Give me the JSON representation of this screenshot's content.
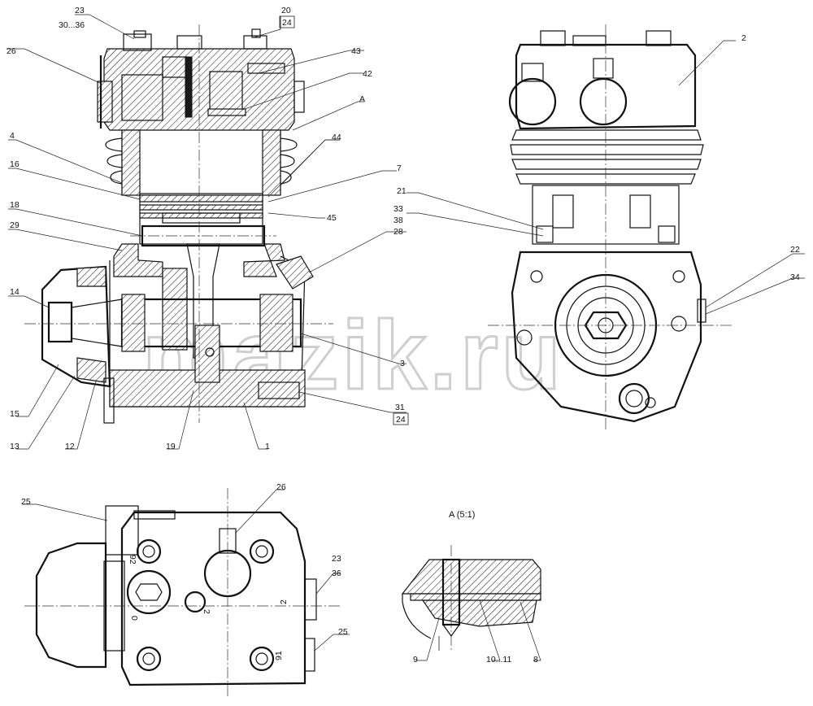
{
  "watermark": "mazik.ru",
  "section_title": "A (5:1)",
  "section_marker": "A",
  "part_labels": {
    "l23top": "23",
    "l30_36": "30...36",
    "l20": "20",
    "l24a": "24",
    "l26a": "26",
    "l43": "43",
    "l42": "42",
    "lA": "A",
    "l44": "44",
    "l4": "4",
    "l16": "16",
    "l7": "7",
    "l45": "45",
    "l18": "18",
    "l29": "29",
    "l14": "14",
    "l3": "3",
    "l31": "31",
    "l24b": "24",
    "l15": "15",
    "l13": "13",
    "l12": "12",
    "l19": "19",
    "l1": "1",
    "l2": "2",
    "l21": "21",
    "l33": "33",
    "l38": "38",
    "l28": "28",
    "l22": "22",
    "l34": "34",
    "l25a": "25",
    "l26b": "26",
    "l23b": "23",
    "l36": "36",
    "l25b": "25",
    "l9": "9",
    "l10_11": "10...11",
    "l8": "8"
  },
  "casting_marks": {
    "m92": "92",
    "m2a": "2",
    "m2b": "2",
    "m0": "0",
    "m91": "91"
  }
}
